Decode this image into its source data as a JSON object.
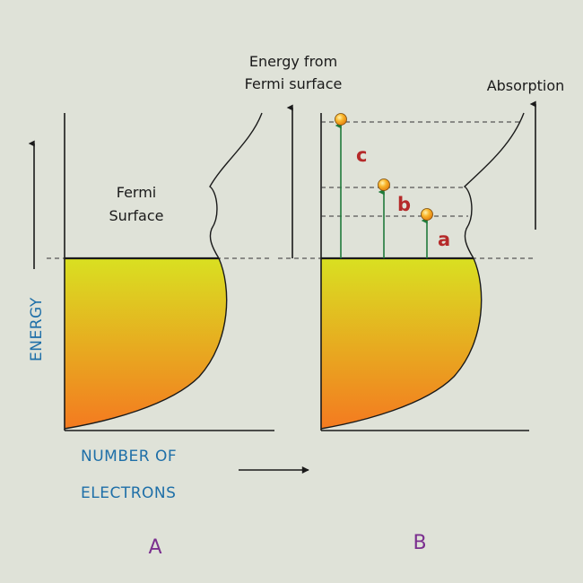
{
  "labels": {
    "energy_axis": "ENERGY",
    "number_line1": "NUMBER OF",
    "number_line2": "ELECTRONS",
    "fermi_line1": "Fermi",
    "fermi_line2": "Surface",
    "energy_from_line1": "Energy from",
    "energy_from_line2": "Fermi surface",
    "absorption": "Absorption",
    "transition_a": "a",
    "transition_b": "b",
    "transition_c": "c",
    "panel_a": "A",
    "panel_b": "B"
  },
  "colors": {
    "background": "#dfe2d8",
    "fill_top": "#d9e021",
    "fill_bottom": "#f47a20",
    "axis_label_blue": "#1e6fa8",
    "transition_red": "#b52a2a",
    "panel_purple": "#7b2f8f",
    "arrow_green": "#1f7a3a",
    "electron_orange": "#f7a21b"
  }
}
